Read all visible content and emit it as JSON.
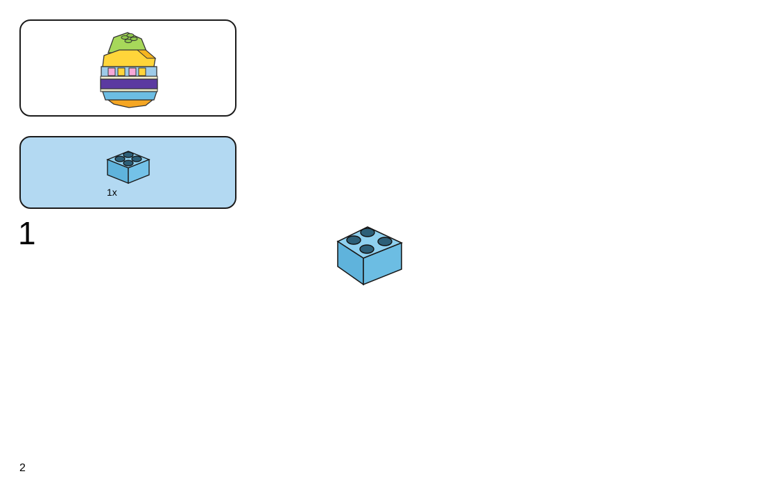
{
  "preview": {
    "model_icon": "easter-egg-model"
  },
  "parts_list": {
    "items": [
      {
        "icon": "brick-2x2-medium-azure",
        "quantity": "1x"
      }
    ]
  },
  "step": {
    "number": "1",
    "build_icon": "brick-2x2-medium-azure"
  },
  "page": {
    "number": "2"
  },
  "colors": {
    "brick_azure": "#6cbde3",
    "brick_azure_dark": "#4ea6cf",
    "parts_panel_bg": "#b3d9f2",
    "stud_top": "#2d5f78"
  }
}
